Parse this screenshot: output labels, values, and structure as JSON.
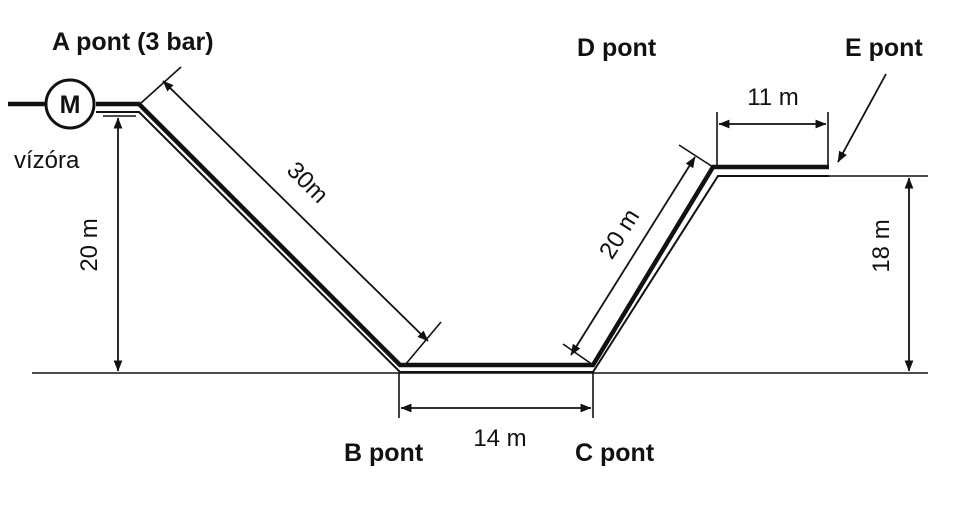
{
  "labels": {
    "point_a": "A pont (3 bar)",
    "point_b": "B pont",
    "point_c": "C pont",
    "point_d": "D pont",
    "point_e": "E pont",
    "meter_symbol": "M",
    "meter_caption": "vízóra"
  },
  "dimensions": {
    "height_a": "20 m",
    "length_ab": "30m",
    "length_bc": "14 m",
    "length_cd": "20 m",
    "length_de": "11 m",
    "height_e": "18 m"
  },
  "colors": {
    "line": "#111111",
    "background": "#ffffff"
  }
}
